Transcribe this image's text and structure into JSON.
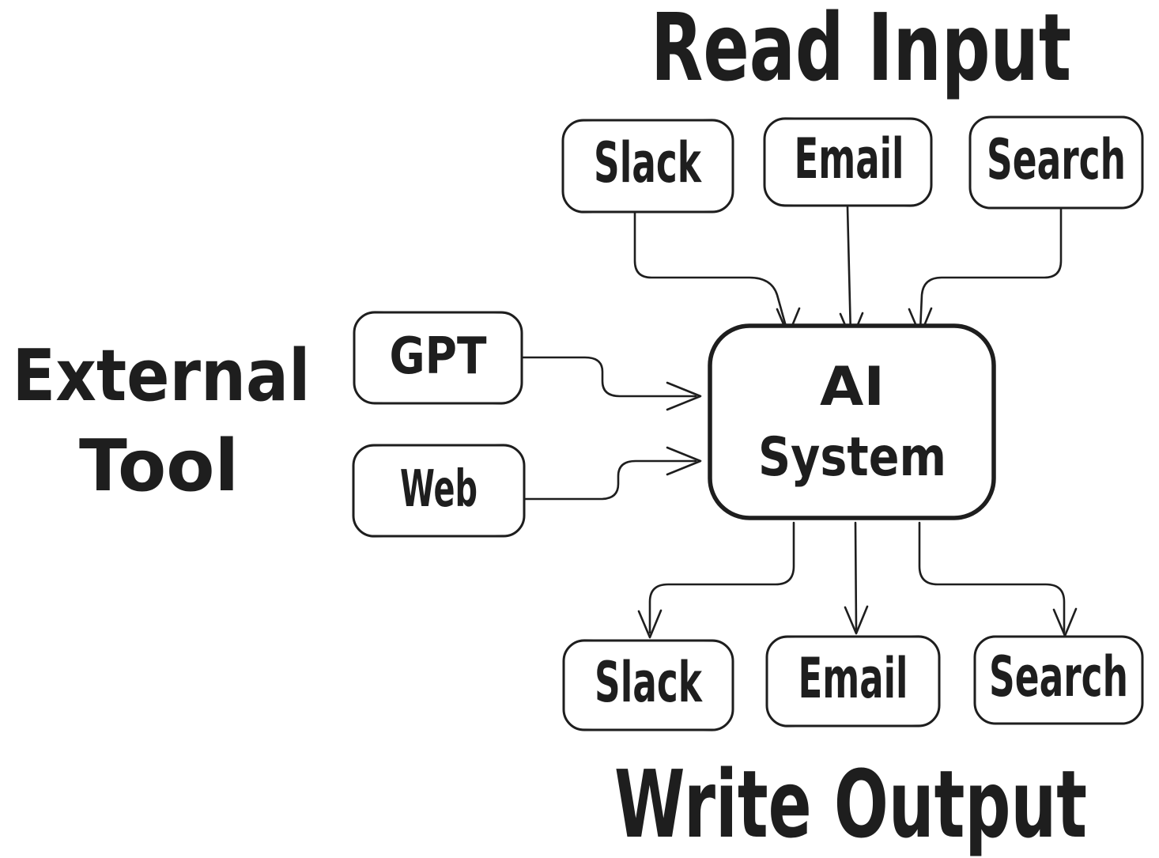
{
  "diagram": {
    "colors": {
      "ink": "#1e1e1e",
      "background": "#ffffff"
    },
    "titles": {
      "read_input": "Read Input",
      "write_output": "Write Output",
      "external_tool": {
        "line1": "External",
        "line2": "Tool"
      }
    },
    "input_nodes": {
      "slack": "Slack",
      "email": "Email",
      "search": "Search"
    },
    "external_nodes": {
      "gpt": "GPT",
      "web": "Web"
    },
    "ai_node": {
      "line1": "AI",
      "line2": "System"
    },
    "output_nodes": {
      "slack": "Slack",
      "email": "Email",
      "search": "Search"
    }
  }
}
